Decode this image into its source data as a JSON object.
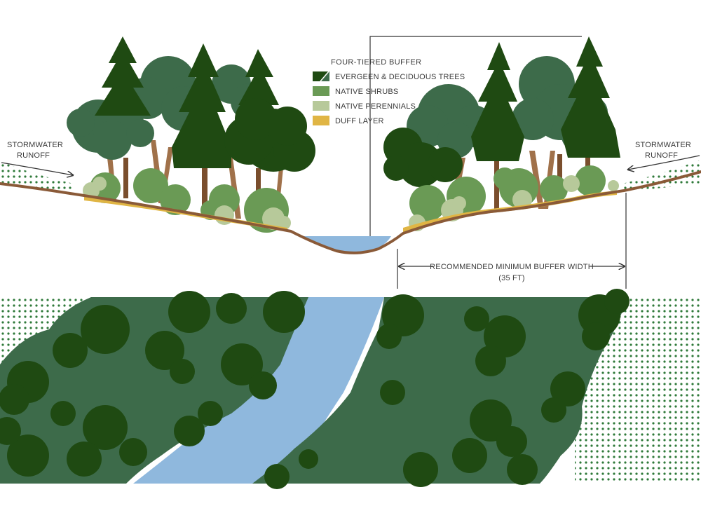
{
  "legend": {
    "title": "FOUR-TIERED BUFFER",
    "items": [
      {
        "label": "EVERGEEN & DECIDUOUS TREES",
        "color": "#1f4a12",
        "color2": "#3d6b4a"
      },
      {
        "label": "NATIVE SHRUBS",
        "color": "#6a9a55"
      },
      {
        "label": "NATIVE PERENNIALS",
        "color": "#b7c99a"
      },
      {
        "label": "DUFF LAYER",
        "color": "#e0b544"
      }
    ]
  },
  "runoff": {
    "left_line1": "STORMWATER",
    "left_line2": "RUNOFF",
    "right_line1": "STORMWATER",
    "right_line2": "RUNOFF"
  },
  "buffer_width": {
    "line1": "RECOMMENDED MINIMUM BUFFER WIDTH",
    "line2": "(35 FT)"
  },
  "colors": {
    "dark_tree": "#1f4a12",
    "mid_tree": "#3d6b4a",
    "shrub": "#6a9a55",
    "perennial": "#b7c99a",
    "duff": "#e0b544",
    "trunk": "#a0714a",
    "trunk_dark": "#7a4e2d",
    "ground": "#8a5a38",
    "water": "#8fb8dd",
    "dots": "#2f7a3a"
  }
}
